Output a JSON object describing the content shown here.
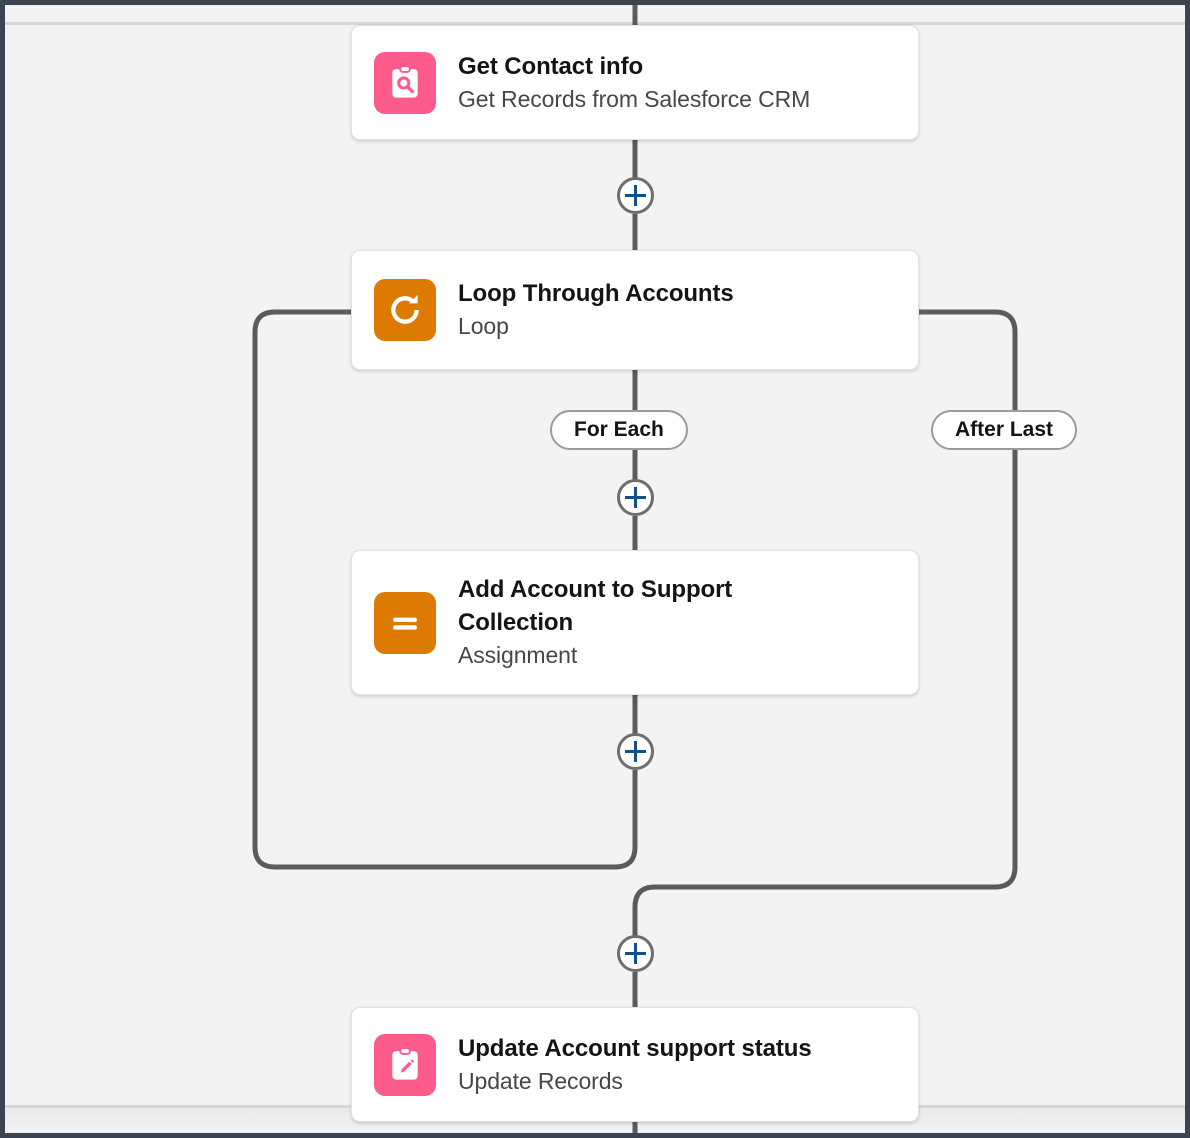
{
  "canvas": {
    "background_color": "#f3f3f3",
    "frame_color": "#3a4551",
    "connector_color": "#5b5b5b"
  },
  "flow": {
    "nodes": [
      {
        "id": "get-contact-info",
        "label": "Get Contact info",
        "subtitle": "Get Records from Salesforce CRM",
        "icon_name": "get-records-icon",
        "icon_color": "#fc5b8c",
        "element_type": "Get Records"
      },
      {
        "id": "loop-through-accounts",
        "label": "Loop Through Accounts",
        "subtitle": "Loop",
        "icon_name": "loop-icon",
        "icon_color": "#dd7a01",
        "element_type": "Loop"
      },
      {
        "id": "add-account-to-support-collection",
        "label": "Add Account to Support Collection",
        "subtitle": "Assignment",
        "icon_name": "assignment-icon",
        "icon_color": "#dd7a01",
        "element_type": "Assignment"
      },
      {
        "id": "update-account-support-status",
        "label": "Update Account support status",
        "subtitle": "Update Records",
        "icon_name": "update-records-icon",
        "icon_color": "#fc5b8c",
        "element_type": "Update Records"
      }
    ],
    "branch_labels": {
      "for_each": "For Each",
      "after_last": "After Last"
    },
    "add_buttons": [
      {
        "id": "add-element-after-get-contact-info",
        "label": "+"
      },
      {
        "id": "add-element-in-loop-before-assignment",
        "label": "+"
      },
      {
        "id": "add-element-in-loop-after-assignment",
        "label": "+"
      },
      {
        "id": "add-element-after-loop",
        "label": "+"
      }
    ],
    "add_button_color": "#12508b"
  }
}
